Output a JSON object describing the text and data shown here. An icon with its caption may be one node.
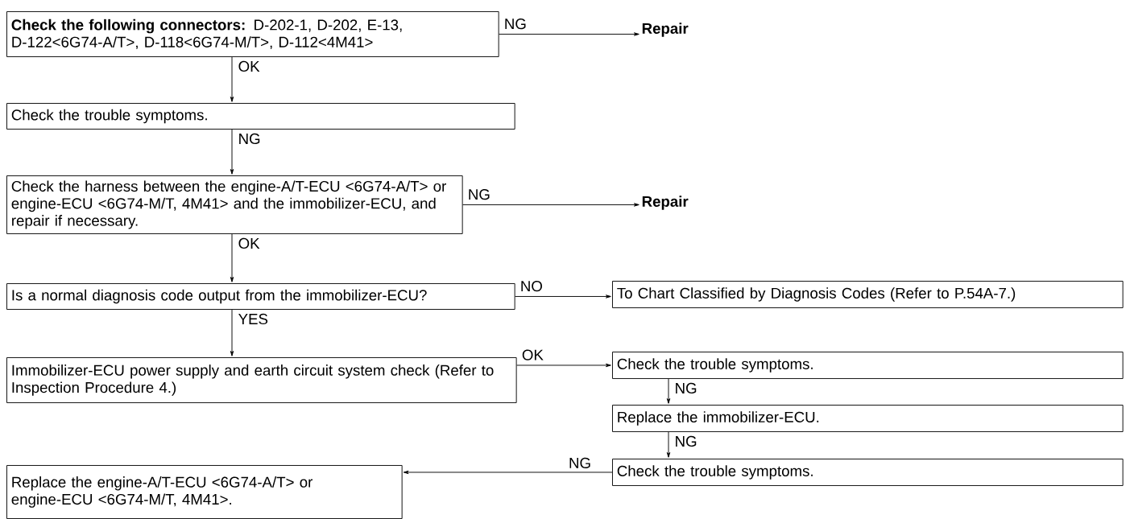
{
  "diagram": {
    "nodes": [
      {
        "text": [
          "**Check the following connectors:** D-202-1, D-202, E-13, D-122<6G74-A/T>, D-118<6G74-M/T>, D-112<4M41>"
        ]
      },
      {
        "text": [
          "Repair"
        ]
      },
      {
        "text": [
          "Check the trouble symptoms."
        ]
      },
      {
        "text": [
          "Check the harness between the engine-A/T-ECU <6G74-A/T> or engine-ECU <6G74-M/T, 4M41> and the immobilizer-ECU, and repair if necessary."
        ]
      },
      {
        "text": [
          "Repair"
        ]
      },
      {
        "text": [
          "Is a normal diagnosis code output from the immobilizer-ECU?"
        ]
      },
      {
        "text": [
          "To Chart Classified by Diagnosis Codes (Refer to P.54A-7.)"
        ]
      },
      {
        "text": [
          "Immobilizer-ECU power supply and earth circuit system check (Refer to Inspection Procedure 4.)"
        ]
      },
      {
        "text": [
          "Check the trouble symptoms."
        ]
      },
      {
        "text": [
          "Replace the immobilizer-ECU."
        ]
      },
      {
        "text": [
          "Check the trouble symptoms."
        ]
      },
      {
        "text": [
          "Replace the engine-A/T-ECU <6G74-A/T> or engine-ECU <6G74-M/T, 4M41>."
        ]
      }
    ],
    "edges": [
      {
        "from": 0,
        "to": 1,
        "arrow": "to",
        "label": "NG"
      },
      {
        "from": 0,
        "to": 2,
        "arrow": "to",
        "label": "OK"
      },
      {
        "from": 2,
        "to": 3,
        "arrow": "to",
        "label": "NG"
      },
      {
        "from": 3,
        "to": 4,
        "arrow": "to",
        "label": "NG"
      },
      {
        "from": 3,
        "to": 5,
        "arrow": "to",
        "label": "OK"
      },
      {
        "from": 5,
        "to": 6,
        "arrow": "to",
        "label": "NO"
      },
      {
        "from": 5,
        "to": 7,
        "arrow": "to",
        "label": "YES"
      },
      {
        "from": 7,
        "to": 8,
        "arrow": "to",
        "label": "OK"
      },
      {
        "from": 8,
        "to": 9,
        "arrow": "to",
        "label": "NG"
      },
      {
        "from": 9,
        "to": 10,
        "arrow": "to",
        "label": "NG"
      },
      {
        "from": 10,
        "to": 11,
        "arrow": "to",
        "label": "NG"
      }
    ]
  }
}
